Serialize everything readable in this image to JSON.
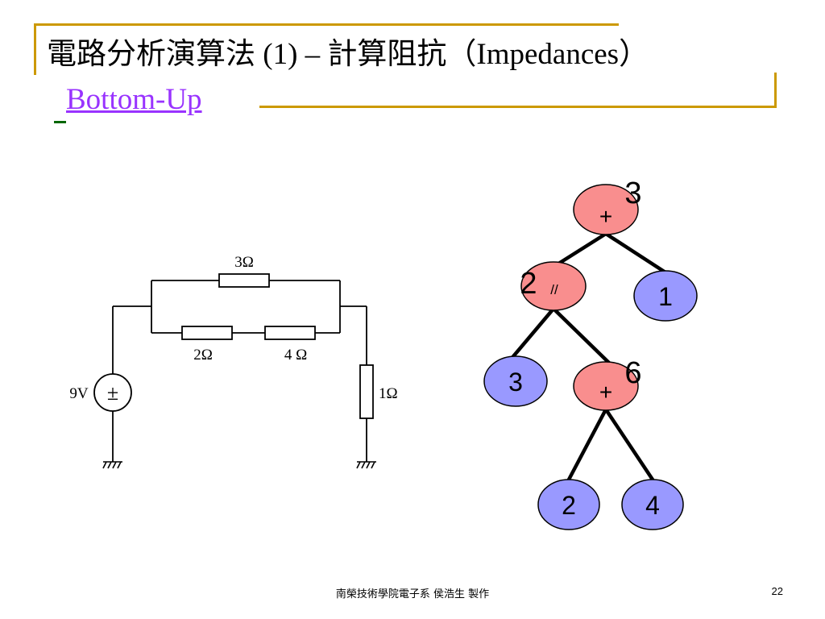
{
  "slide": {
    "title": "電路分析演算法 (1) – 計算阻抗（Impedances）",
    "subtitle": "Bottom-Up",
    "footer": "南榮技術學院電子系  侯浩生  製作",
    "page_number": "22"
  },
  "circuit": {
    "source_label": "9V",
    "source_symbol": "±",
    "resistors": [
      {
        "id": "r_top",
        "label": "3Ω"
      },
      {
        "id": "r_bl",
        "label": "2Ω"
      },
      {
        "id": "r_br",
        "label": "4 Ω"
      },
      {
        "id": "r_right",
        "label": "1Ω"
      }
    ],
    "ground_count": 2
  },
  "tree": {
    "colors": {
      "operator": "#f98e8e",
      "leaf": "#9999ff",
      "stroke": "#000000"
    },
    "nodes": [
      {
        "id": "root",
        "label": "+",
        "annotation": "3"
      },
      {
        "id": "par",
        "label": "//",
        "annotation": "2"
      },
      {
        "id": "one",
        "label": "1"
      },
      {
        "id": "three",
        "label": "3"
      },
      {
        "id": "sum",
        "label": "+",
        "annotation": "6"
      },
      {
        "id": "two",
        "label": "2"
      },
      {
        "id": "four",
        "label": "4"
      }
    ]
  }
}
